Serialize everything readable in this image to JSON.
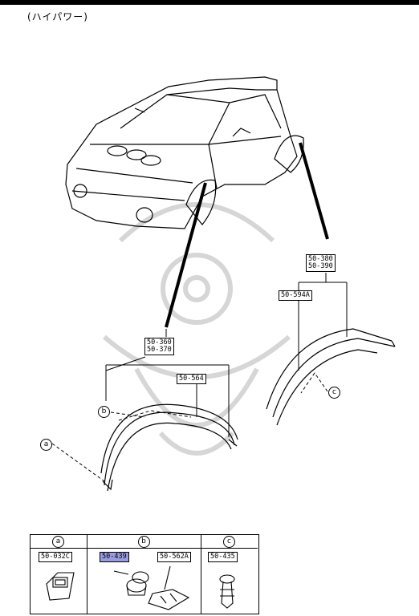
{
  "title": "(ハイパワー)",
  "front_part_numbers": [
    "50-360",
    "50-370"
  ],
  "front_sub_part": "50-564",
  "rear_part_numbers": [
    "50-380",
    "50-390"
  ],
  "rear_sub_part": "50-594A",
  "callouts": {
    "a": "a",
    "b": "b",
    "c": "c"
  },
  "legend": {
    "a": {
      "letter": "a",
      "part": "50-032C"
    },
    "b": {
      "letter": "b",
      "part_1": "50-439",
      "part_2": "50-562A"
    },
    "c": {
      "letter": "c",
      "part": "50-435"
    }
  },
  "highlight_color": "#9a9ce0"
}
